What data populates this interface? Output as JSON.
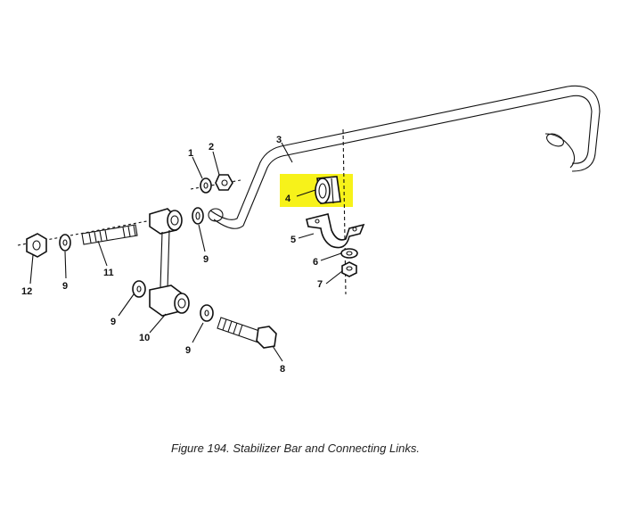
{
  "figure": {
    "caption": "Figure 194.  Stabilizer Bar and Connecting Links.",
    "highlight_color": "#f7f21a",
    "line_color": "#111111",
    "callouts": {
      "c1": "1",
      "c2": "2",
      "c3": "3",
      "c4": "4",
      "c5": "5",
      "c6": "6",
      "c7": "7",
      "c8": "8",
      "c9a": "9",
      "c9b": "9",
      "c9c": "9",
      "c9d": "9",
      "c10": "10",
      "c11": "11",
      "c12": "12"
    },
    "parts": {
      "1": "washer",
      "2": "nut",
      "3": "stabilizer-bar",
      "4": "bushing",
      "5": "bracket",
      "6": "washer",
      "7": "nut",
      "8": "bolt",
      "9": "washer",
      "10": "connecting-link",
      "11": "stud",
      "12": "nut"
    }
  }
}
